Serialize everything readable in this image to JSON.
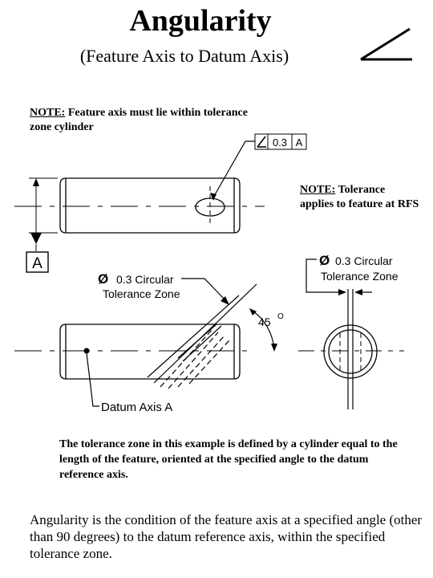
{
  "header": {
    "title": "Angularity",
    "subtitle": "(Feature Axis to Datum Axis)"
  },
  "notes": {
    "note1_label": "NOTE:",
    "note1_text": " Feature axis must lie within tolerance zone cylinder",
    "note2_label": "NOTE:",
    "note2_text": " Tolerance applies to feature at RFS"
  },
  "frame": {
    "tolerance": "0.3",
    "datum": "A"
  },
  "datum_label": "A",
  "dim_left": {
    "diameter_symbol": "Ø",
    "value": "0.3 Circular",
    "line2": "Tolerance Zone"
  },
  "dim_right": {
    "diameter_symbol": "Ø",
    "value": "0.3 Circular",
    "line2": "Tolerance Zone"
  },
  "angle": {
    "value": "45",
    "unit": "O"
  },
  "datum_axis_label": "Datum Axis A",
  "caption": "The tolerance zone in this example is defined by a cylinder equal to the length of the feature, oriented at the specified angle to the datum reference axis.",
  "definition": "Angularity is the condition of the feature axis at a specified angle (other than 90 degrees) to the datum reference axis, within the specified tolerance zone."
}
